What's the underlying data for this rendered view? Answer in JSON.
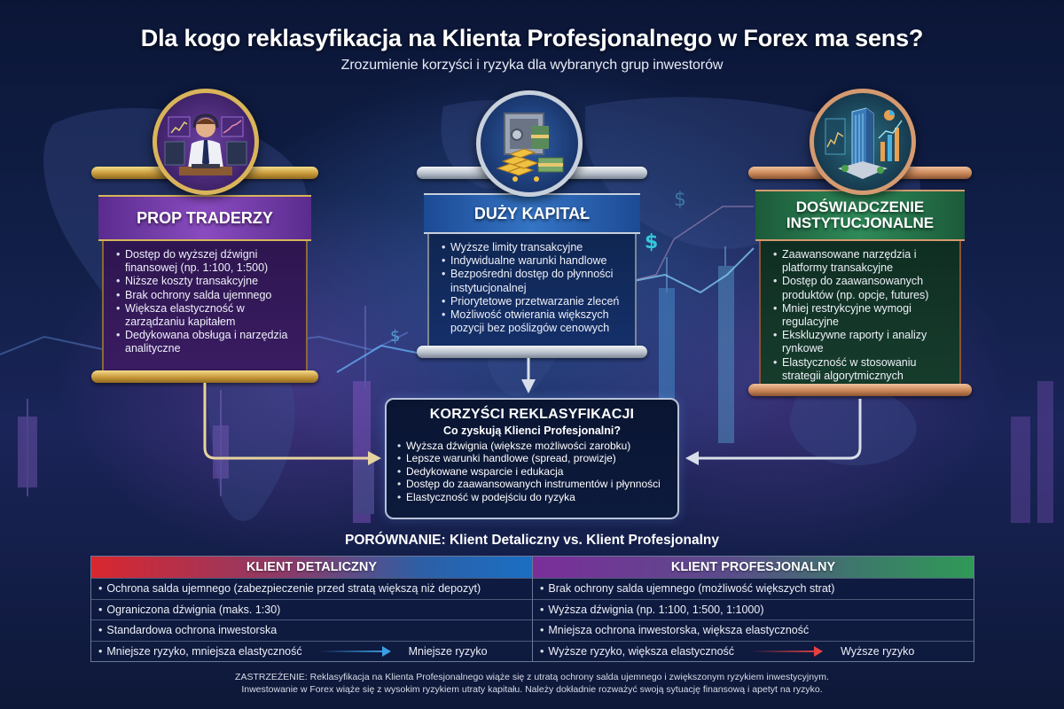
{
  "header": {
    "title": "Dla kogo reklasyfikacja na Klienta Profesjonalnego w Forex ma sens?",
    "subtitle": "Zrozumienie korzyści i ryzyka dla wybranych grup inwestorów"
  },
  "cards": [
    {
      "id": "prop-traderzy",
      "title": "PROP TRADERZY",
      "icon": "trader-at-desk-icon",
      "theme": "purple-gold",
      "items": [
        "Dostęp do wyższej dźwigni finansowej (np. 1:100, 1:500)",
        "Niższe koszty transakcyjne",
        "Brak ochrony salda ujemnego",
        "Większa elastyczność w zarządzaniu kapitałem",
        "Dedykowana obsługa i narzędzia analityczne"
      ]
    },
    {
      "id": "duzy-kapital",
      "title": "DUŻY KAPITAŁ",
      "icon": "vault-gold-cash-icon",
      "theme": "blue-silver",
      "items": [
        "Wyższe limity transakcyjne",
        "Indywidualne warunki handlowe",
        "Bezpośredni dostęp do płynności instytucjonalnej",
        "Priorytetowe przetwarzanie zleceń",
        "Możliwość otwierania większych pozycji bez poślizgów cenowych"
      ]
    },
    {
      "id": "doswiadczenie-instytucjonalne",
      "title_lines": [
        "DOŚWIADCZENIE",
        "INSTYTUCJONALNE"
      ],
      "icon": "office-building-charts-icon",
      "theme": "green-bronze",
      "items": [
        "Zaawansowane narzędzia i platformy transakcyjne",
        "Dostęp do zaawansowanych produktów (np. opcje, futures)",
        "Mniej restrykcyjne wymogi regulacyjne",
        "Ekskluzywne raporty i analizy rynkowe",
        "Elastyczność w stosowaniu strategii algorytmicznych"
      ]
    }
  ],
  "benefits": {
    "title": "KORZYŚCI REKLASYFIKACJI",
    "subtitle": "Co zyskują Klienci Profesjonalni?",
    "items": [
      "Wyższa dźwignia (większe możliwości zarobku)",
      "Lepsze warunki handlowe (spread, prowizje)",
      "Dedykowane wsparcie i edukacja",
      "Dostęp do zaawansowanych instrumentów i płynności",
      "Elastyczność w podejściu do ryzyka"
    ]
  },
  "comparison": {
    "title": "PORÓWNANIE: Klient Detaliczny vs. Klient Profesjonalny",
    "retail": {
      "header": "KLIENT DETALICZNY",
      "rows": [
        "Ochrona salda ujemnego (zabezpieczenie przed stratą większą niż depozyt)",
        "Ograniczona dźwignia (maks. 1:30)",
        "Standardowa ochrona inwestorska",
        "Mniejsze ryzyko, mniejsza elastyczność"
      ],
      "risk_label": "Mniejsze ryzyko",
      "arrow_color": "#3aa0e6"
    },
    "professional": {
      "header": "KLIENT PROFESJONALNY",
      "rows": [
        "Brak ochrony salda ujemnego (możliwość większych strat)",
        "Wyższa dźwignia (np. 1:100, 1:500, 1:1000)",
        "Mniejsza ochrona inwestorska, większa elastyczność",
        "Wyższe ryzyko, większa elastyczność"
      ],
      "risk_label": "Wyższe ryzyko",
      "arrow_color": "#e64040"
    }
  },
  "disclaimer": {
    "line1": "ZASTRZEŻENIE: Reklasyfikacja na Klienta Profesjonalnego wiąże się z utratą ochrony salda ujemnego i zwiększonym ryzykiem inwestycyjnym.",
    "line2": "Inwestowanie w Forex wiąże się z wysokim ryzykiem utraty kapitału. Należy dokładnie rozważyć swoją sytuację finansową i apetyt na ryzyko."
  },
  "decor": {
    "currency_symbol": "$"
  },
  "colors": {
    "background": "#12204a",
    "purple": "#8a4bc0",
    "blue": "#3474c4",
    "green": "#2e8a58",
    "gold": "#d9b45a",
    "silver": "#c8d0dc",
    "bronze": "#d59a70",
    "retail_red": "#d9272e",
    "pro_green": "#2f9a56"
  }
}
